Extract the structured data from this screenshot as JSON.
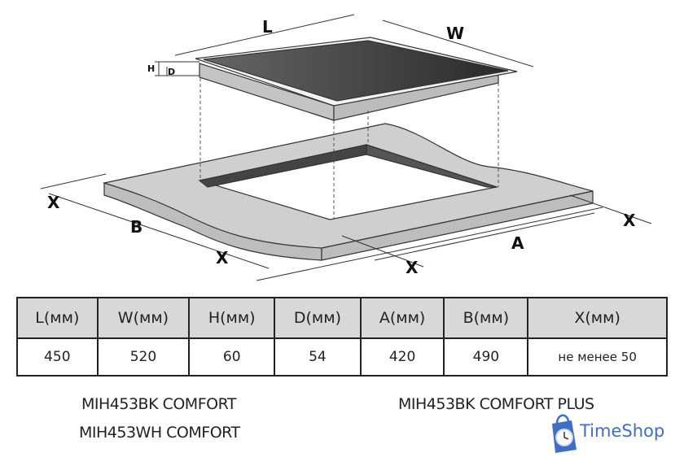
{
  "diagram": {
    "labels": {
      "L": "L",
      "W": "W",
      "H": "H",
      "D": "D",
      "A": "A",
      "B": "B",
      "X": "X"
    }
  },
  "table": {
    "headers": [
      "L(мм)",
      "W(мм)",
      "H(мм)",
      "D(мм)",
      "A(мм)",
      "B(мм)",
      "X(мм)"
    ],
    "values": [
      "450",
      "520",
      "60",
      "54",
      "420",
      "490",
      "не менее 50"
    ]
  },
  "models": {
    "left": [
      "MIH453BK COMFORT",
      "MIH453WH COMFORT"
    ],
    "right": "MIH453BK COMFORT PLUS"
  },
  "watermark": {
    "text": "TimeShop",
    "color": "#3f6fc4"
  }
}
